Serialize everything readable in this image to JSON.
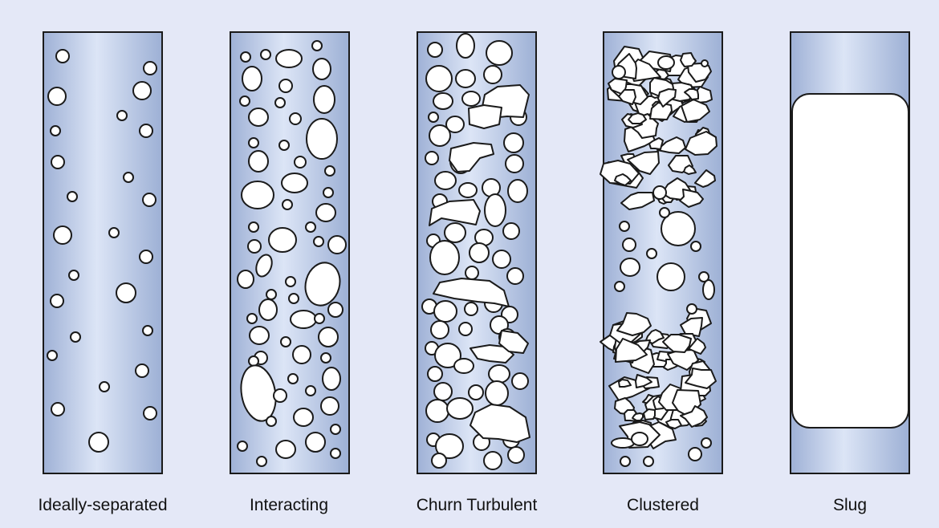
{
  "regimes": [
    {
      "label": "Ideally-separated",
      "pattern": "sparse-small-bubbles"
    },
    {
      "label": "Interacting",
      "pattern": "dense-mixed-bubbles"
    },
    {
      "label": "Churn Turbulent",
      "pattern": "packed-bubbles-with-cap-bubbles"
    },
    {
      "label": "Clustered",
      "pattern": "irregular-bubble-clusters"
    },
    {
      "label": "Slug",
      "pattern": "single-large-slug"
    }
  ],
  "colors": {
    "background": "#e4e8f7",
    "tube_edge": "#9fb1d6",
    "tube_center": "#dce5f6",
    "outline": "#1a1a1a",
    "bubble_fill": "#ffffff"
  }
}
